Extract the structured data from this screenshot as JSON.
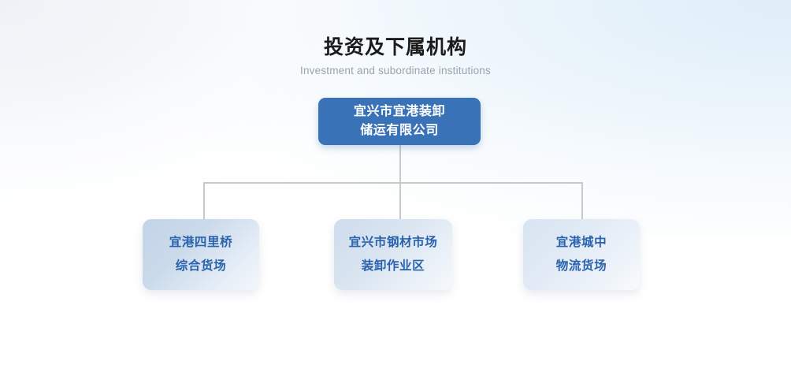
{
  "header": {
    "title_cn": "投资及下属机构",
    "title_en": "Investment and subordinate institutions"
  },
  "chart": {
    "type": "org-chart",
    "root": {
      "lines": [
        "宜兴市宜港装卸",
        "储运有限公司"
      ],
      "text_color": "#ffffff",
      "fill_color": "#3a72b8"
    },
    "children": [
      {
        "lines": [
          "宜港四里桥",
          "综合货场"
        ],
        "text_color": "#2a62ad",
        "fill_color": "#c3d4e8"
      },
      {
        "lines": [
          "宜兴市钢材市场",
          "装卸作业区"
        ],
        "text_color": "#2a62ad",
        "fill_color": "#cfdced"
      },
      {
        "lines": [
          "宜港城中",
          "物流货场"
        ],
        "text_color": "#2a62ad",
        "fill_color": "#d8e4f1"
      }
    ],
    "connector_color": "#c9c9c9"
  },
  "theme": {
    "background": "#ffffff",
    "wash_blue": "#dfeef9",
    "wash_gray": "#eef2f6",
    "title_color": "#1b1b1b",
    "subtitle_color": "#9aa3ab"
  }
}
